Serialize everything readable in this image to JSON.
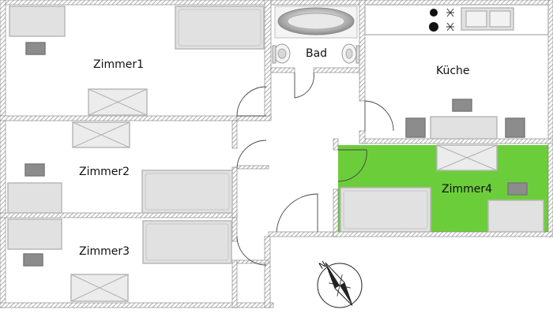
{
  "rooms": [
    {
      "id": "zimmer1",
      "label": "Zimmer1",
      "highlighted": false
    },
    {
      "id": "zimmer2",
      "label": "Zimmer2",
      "highlighted": false
    },
    {
      "id": "zimmer3",
      "label": "Zimmer3",
      "highlighted": false
    },
    {
      "id": "bad",
      "label": "Bad",
      "highlighted": false
    },
    {
      "id": "kueche",
      "label": "Küche",
      "highlighted": false
    },
    {
      "id": "zimmer4",
      "label": "Zimmer4",
      "highlighted": true
    }
  ],
  "colors": {
    "wall": "#9a9a9a",
    "furniture_fill": "#e1e1e1",
    "furniture_stroke": "#b8b8b8",
    "chair": "#8c8c8c",
    "highlight": "#6ccd3a",
    "background": "#ffffff"
  },
  "compass": {
    "north_label": "N",
    "icon": "compass-icon"
  }
}
